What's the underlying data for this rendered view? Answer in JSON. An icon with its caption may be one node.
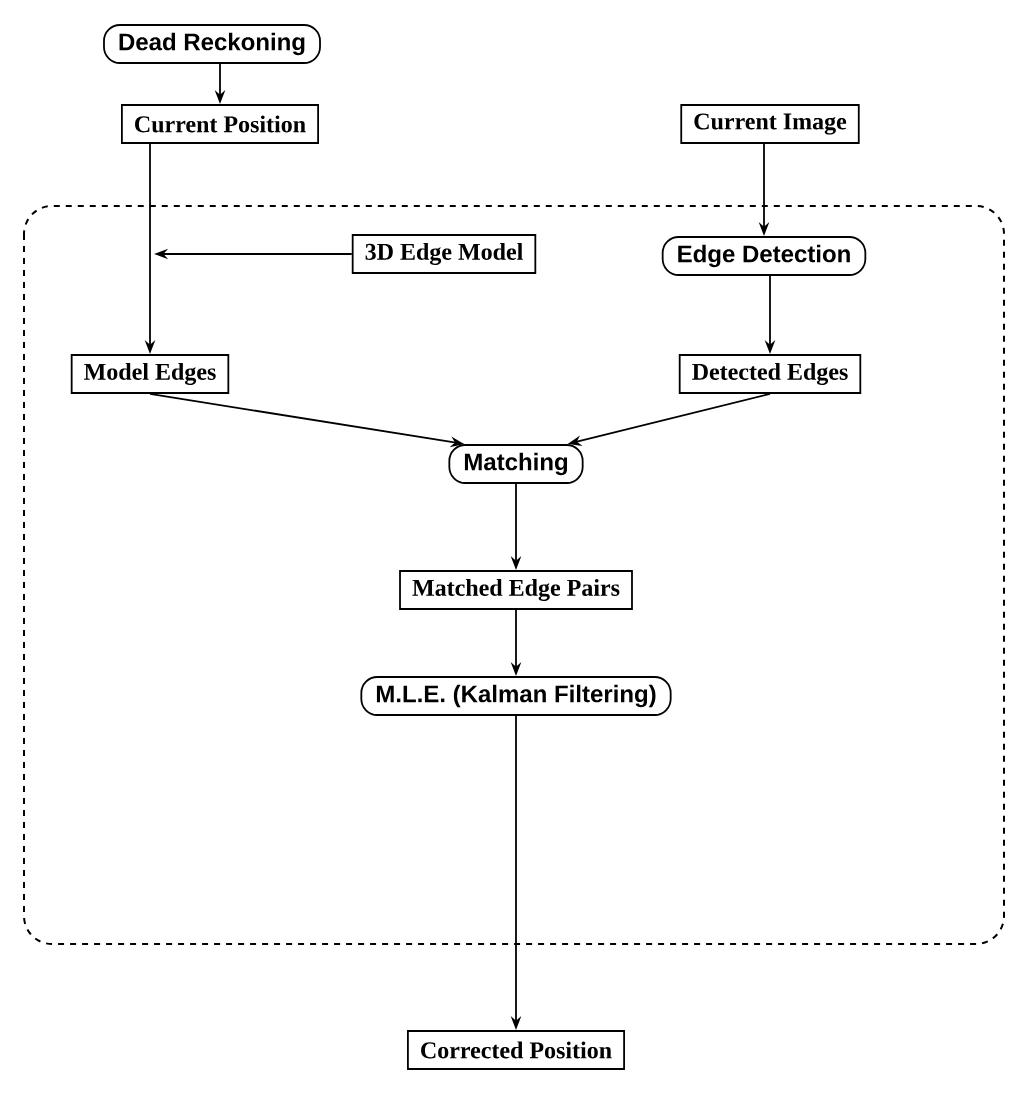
{
  "diagram": {
    "nodes": [
      {
        "text": [
          "Dead Reckoning"
        ]
      },
      {
        "text": [
          "Current Position"
        ]
      },
      {
        "text": [
          "Current Image"
        ]
      },
      {
        "text": [
          "3D Edge Model"
        ]
      },
      {
        "text": [
          "Edge Detection"
        ]
      },
      {
        "text": [
          "Model Edges"
        ]
      },
      {
        "text": [
          "Detected Edges"
        ]
      },
      {
        "text": [
          "Matching"
        ]
      },
      {
        "text": [
          "Matched Edge Pairs"
        ]
      },
      {
        "text": [
          "M.L.E. (Kalman Filtering)"
        ]
      },
      {
        "text": [
          "Corrected Position"
        ]
      }
    ],
    "edges": [
      {
        "from": 0,
        "to": 1,
        "arrow": "to"
      },
      {
        "from": 1,
        "to": 5,
        "arrow": "to"
      },
      {
        "from": 3,
        "to": 5,
        "arrow": "to"
      },
      {
        "from": 2,
        "to": 4,
        "arrow": "to"
      },
      {
        "from": 4,
        "to": 6,
        "arrow": "to"
      },
      {
        "from": 5,
        "to": 7,
        "arrow": "to"
      },
      {
        "from": 6,
        "to": 7,
        "arrow": "to"
      },
      {
        "from": 7,
        "to": 8,
        "arrow": "to"
      },
      {
        "from": 8,
        "to": 9,
        "arrow": "to"
      },
      {
        "from": 9,
        "to": 10,
        "arrow": "to"
      }
    ]
  }
}
